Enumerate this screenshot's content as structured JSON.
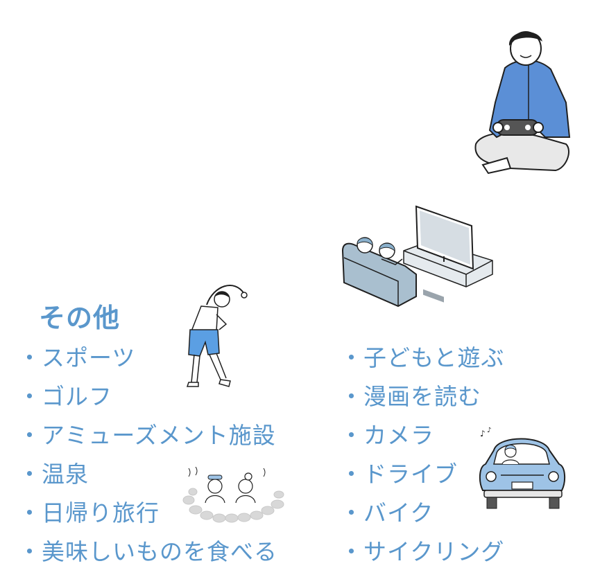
{
  "heading": "その他",
  "left_items": [
    "・スポーツ",
    "・ゴルフ",
    "・アミューズメント施設",
    "・温泉",
    "・日帰り旅行",
    "・美味しいものを食べる"
  ],
  "right_items": [
    "・子どもと遊ぶ",
    "・漫画を読む",
    "・カメラ",
    "・ドライブ",
    "・バイク",
    "・サイクリング"
  ],
  "colors": {
    "accent": "#5a97cc",
    "shirt": "#5b8fd6",
    "tv_couch": "#a9bfcf",
    "car": "#9ec3e6",
    "line": "#1f1f1f"
  },
  "icons": {
    "man_gaming": "man-playing-video-game-icon",
    "family_tv": "family-watching-tv-icon",
    "stretching": "man-stretching-icon",
    "onsen": "people-in-hot-spring-icon",
    "car": "person-driving-car-icon"
  }
}
